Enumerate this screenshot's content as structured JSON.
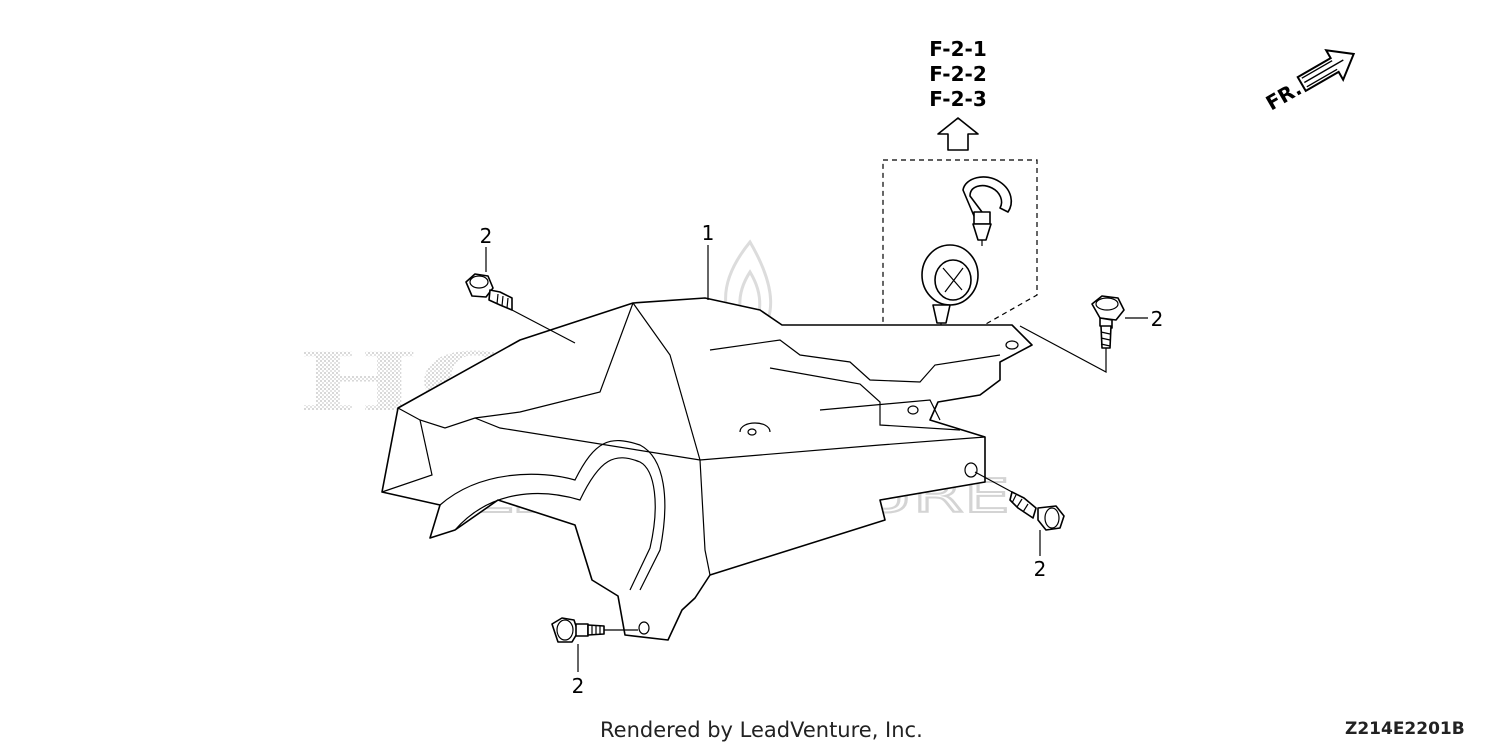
{
  "watermark": {
    "brand": "HONDA",
    "vendor": "LEADVENTURE"
  },
  "refs": [
    "F-2-1",
    "F-2-2",
    "F-2-3"
  ],
  "direction_label": "FR.",
  "callouts": {
    "guard": "1",
    "bolt_top_left": "2",
    "bolt_right": "2",
    "bolt_lower_right": "2",
    "bolt_bottom_left": "2"
  },
  "footer": {
    "rendered_by": "Rendered by LeadVenture, Inc.",
    "diagram_code": "Z214E2201B"
  }
}
